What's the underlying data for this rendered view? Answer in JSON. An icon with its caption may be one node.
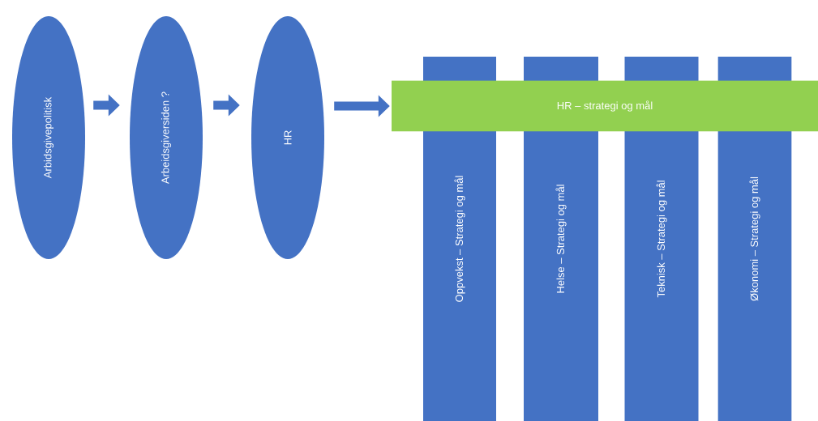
{
  "diagram": {
    "nodes": [
      {
        "text": [
          "Arbidsgivepolitisk"
        ]
      },
      {
        "text": [
          "Arbeidsgiversiden ?"
        ]
      },
      {
        "text": [
          "HR"
        ]
      },
      {
        "text": [
          "HR – strategi og mål"
        ]
      },
      {
        "text": [
          "Oppvekst – Strategi og mål"
        ]
      },
      {
        "text": [
          "Helse – Strategi og mål"
        ]
      },
      {
        "text": [
          "Teknisk – Strategi og mål"
        ]
      },
      {
        "text": [
          "Økonomi – Strategi og mål"
        ]
      }
    ],
    "edges": [
      {
        "from": 0,
        "to": 1,
        "arrow": "to"
      },
      {
        "from": 1,
        "to": 2,
        "arrow": "to"
      },
      {
        "from": 2,
        "to": 3,
        "arrow": "to"
      }
    ]
  }
}
